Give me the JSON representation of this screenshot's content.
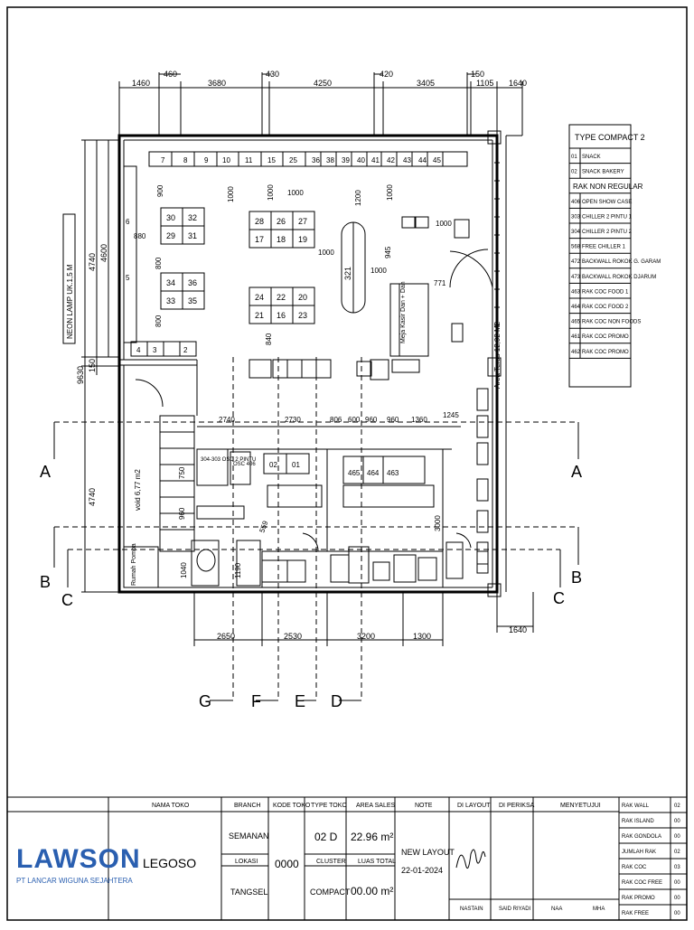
{
  "dimensions": {
    "top": [
      "1460",
      "460",
      "3680",
      "430",
      "4250",
      "420",
      "3405",
      "150",
      "1105",
      "1640"
    ],
    "left": [
      "9630",
      "4740",
      "4600",
      "150",
      "4740"
    ],
    "bottom": [
      "2650",
      "2530",
      "3200",
      "1300"
    ],
    "bottom_right": "1640",
    "mid": [
      "2740",
      "2730",
      "806",
      "600",
      "960",
      "960",
      "1360",
      "1245"
    ],
    "interior": [
      "900",
      "1000",
      "1000",
      "1000",
      "1200",
      "1000",
      "1000",
      "945",
      "771",
      "880",
      "800",
      "800",
      "1000",
      "840",
      "750",
      "960",
      "1040",
      "1190",
      "559",
      "3000",
      "1000"
    ]
  },
  "neon_lamp": "NEON LAMP UK.1,5 M",
  "area_teras": "Area Teras 12,92 M2",
  "void": "void 6,77 m2",
  "rumah_pompa": "Rumah Pompa",
  "meja_kasir": "Meja Kasir Dan + Dan",
  "section_labels": {
    "A": "A",
    "B": "B",
    "C": "C",
    "D": "D",
    "E": "E",
    "F": "F",
    "G": "G"
  },
  "wall_numbers": [
    "7",
    "8",
    "9",
    "10",
    "11",
    "15",
    "25",
    "36",
    "38",
    "39",
    "40",
    "41",
    "42",
    "43",
    "44",
    "45"
  ],
  "gondola": {
    "left_a": [
      "30",
      "32",
      "29",
      "31"
    ],
    "left_b": [
      "34",
      "36",
      "33",
      "35"
    ],
    "mid_a": [
      "28",
      "26",
      "27",
      "17",
      "18",
      "19"
    ],
    "mid_b": [
      "24",
      "22",
      "20",
      "21",
      "16",
      "23"
    ],
    "left_column": [
      "6",
      "5",
      "4",
      "3",
      "2"
    ],
    "round": "321"
  },
  "back_area": {
    "chillers": [
      "02",
      "01"
    ],
    "rak": [
      "465",
      "464",
      "463"
    ],
    "osc_label": "304-303 OSC 2 PINTU",
    "osc406": "OSC 406"
  },
  "legend": {
    "title": "TYPE COMPACT 2",
    "rows": [
      {
        "code": "01",
        "name": "SNACK"
      },
      {
        "code": "02",
        "name": "SNACK BAKERY"
      },
      {
        "code": "",
        "name": "RAK NON REGULAR"
      },
      {
        "code": "406",
        "name": "OPEN SHOW CASE"
      },
      {
        "code": "303",
        "name": "CHILLER 2 PINTU 1"
      },
      {
        "code": "304",
        "name": "CHILLER 2 PINTU 2"
      },
      {
        "code": "568",
        "name": "FREE CHILLER 1"
      },
      {
        "code": "472",
        "name": "BACKWALL ROKOK G. GARAM"
      },
      {
        "code": "473",
        "name": "BACKWALL ROKOK DJARUM"
      },
      {
        "code": "463",
        "name": "RAK COC FOOD 1"
      },
      {
        "code": "464",
        "name": "RAK COC FOOD 2"
      },
      {
        "code": "465",
        "name": "RAK COC NON FOODS"
      },
      {
        "code": "461",
        "name": "RAK COC PROMO"
      },
      {
        "code": "462",
        "name": "RAK COC PROMO"
      }
    ]
  },
  "title_block": {
    "logo": "LAWSON",
    "company": "PT LANCAR WIGUNA SEJAHTERA",
    "h_nama_toko": "NAMA TOKO",
    "nama_toko": "LEGOSO",
    "h_branch": "BRANCH",
    "branch": "SEMANAN",
    "h_lokasi": "LOKASI",
    "lokasi": "TANGSEL",
    "h_kode_toko": "KODE TOKO",
    "kode_toko": "0000",
    "h_type_toko": "TYPE TOKO",
    "type_toko": "02 D",
    "h_cluster": "CLUSTER",
    "cluster": "COMPACT",
    "h_area_sales": "AREA SALES",
    "area_sales": "22.96 m²",
    "h_luas_total": "LUAS TOTAL",
    "luas_total": "00.00 m²",
    "h_note": "NOTE",
    "note_1": "NEW LAYOUT",
    "note_2": "22-01-2024",
    "h_di_layout": "DI LAYOUT",
    "di_layout_name": "NASTAIN",
    "h_di_periksa": "DI PERIKSA",
    "di_periksa_name": "SAID RIYADI",
    "h_menyetujui": "MENYETUJUI",
    "menyetujui_1": "NAA",
    "menyetujui_2": "MHA",
    "rak_summary": [
      {
        "label": "RAK WALL",
        "value": "02"
      },
      {
        "label": "RAK ISLAND",
        "value": "00"
      },
      {
        "label": "RAK GONDOLA",
        "value": "00"
      },
      {
        "label": "JUMLAH RAK",
        "value": "02"
      },
      {
        "label": "RAK COC",
        "value": "03"
      },
      {
        "label": "RAK COC FREE",
        "value": "00"
      },
      {
        "label": "RAK PROMO",
        "value": "00"
      },
      {
        "label": "RAK FREE",
        "value": "00"
      }
    ]
  }
}
